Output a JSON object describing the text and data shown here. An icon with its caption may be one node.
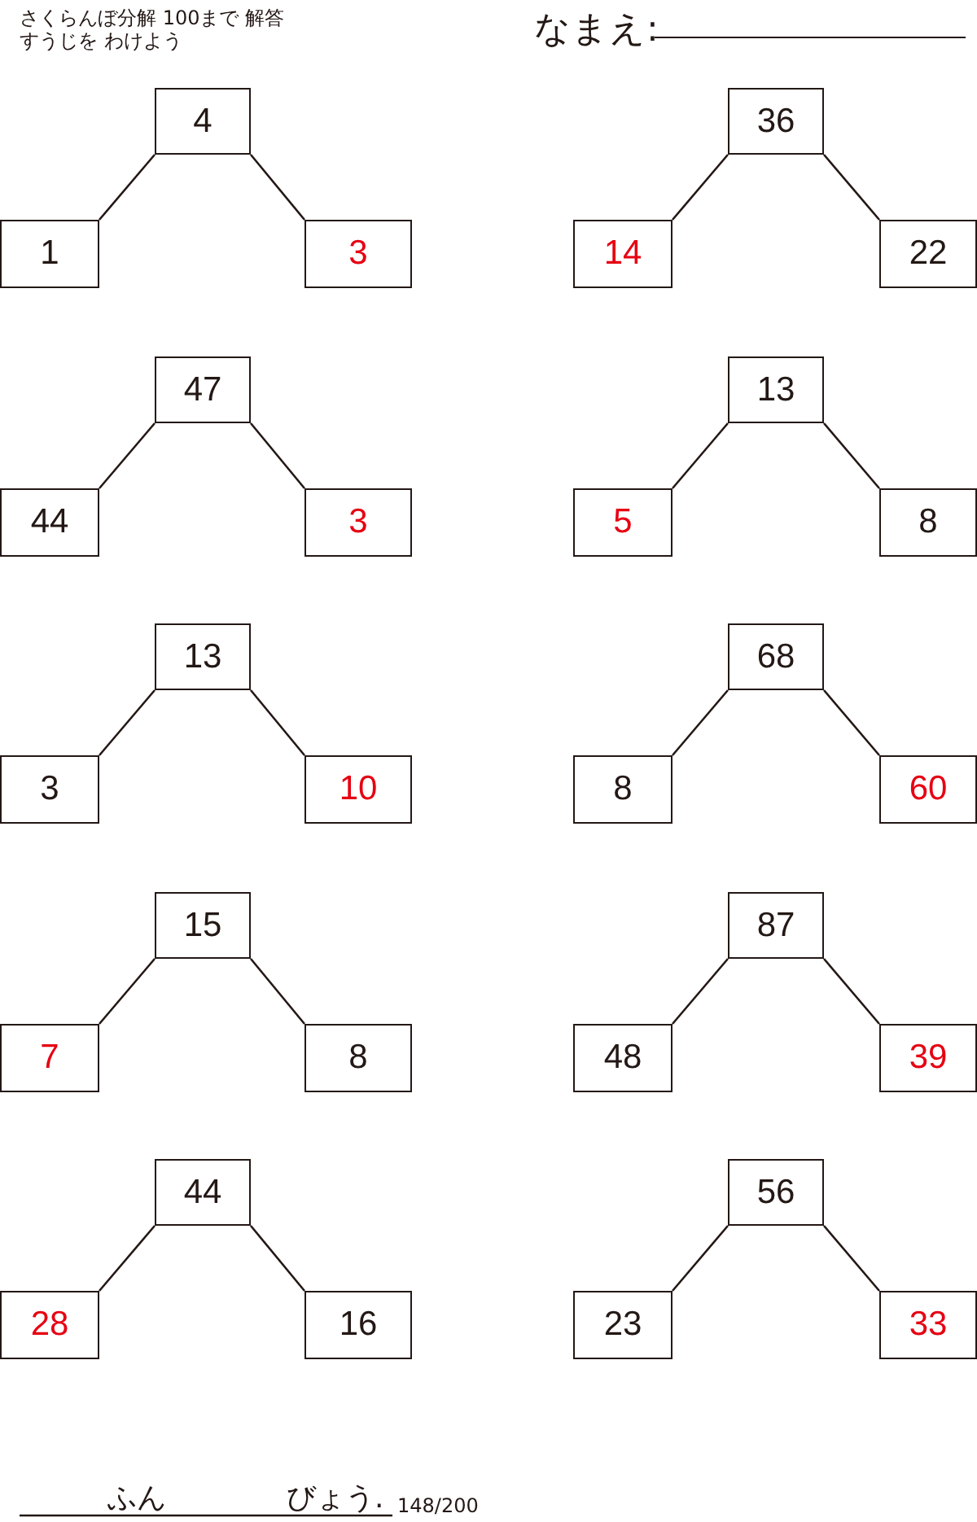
{
  "diagram": {
    "nodes": [
      {
        "text": [
          "4"
        ]
      },
      {
        "text": [
          "1"
        ]
      },
      {
        "text": [
          "3"
        ]
      },
      {
        "text": [
          "36"
        ]
      },
      {
        "text": [
          "14"
        ]
      },
      {
        "text": [
          "22"
        ]
      },
      {
        "text": [
          "47"
        ]
      },
      {
        "text": [
          "44"
        ]
      },
      {
        "text": [
          "3"
        ]
      },
      {
        "text": [
          "13"
        ]
      },
      {
        "text": [
          "5"
        ]
      },
      {
        "text": [
          "8"
        ]
      },
      {
        "text": [
          "13"
        ]
      },
      {
        "text": [
          "3"
        ]
      },
      {
        "text": [
          "10"
        ]
      },
      {
        "text": [
          "68"
        ]
      },
      {
        "text": [
          "8"
        ]
      },
      {
        "text": [
          "60"
        ]
      },
      {
        "text": [
          "15"
        ]
      },
      {
        "text": [
          "7"
        ]
      },
      {
        "text": [
          "8"
        ]
      },
      {
        "text": [
          "87"
        ]
      },
      {
        "text": [
          "48"
        ]
      },
      {
        "text": [
          "39"
        ]
      },
      {
        "text": [
          "44"
        ]
      },
      {
        "text": [
          "28"
        ]
      },
      {
        "text": [
          "16"
        ]
      },
      {
        "text": [
          "56"
        ]
      },
      {
        "text": [
          "23"
        ]
      },
      {
        "text": [
          "33"
        ]
      }
    ],
    "edges": [
      {
        "from": 0,
        "to": 1,
        "arrow": "none"
      },
      {
        "from": 0,
        "to": 2,
        "arrow": "none"
      },
      {
        "from": 3,
        "to": 4,
        "arrow": "none"
      },
      {
        "from": 3,
        "to": 5,
        "arrow": "none"
      },
      {
        "from": 6,
        "to": 7,
        "arrow": "none"
      },
      {
        "from": 6,
        "to": 8,
        "arrow": "none"
      },
      {
        "from": 9,
        "to": 10,
        "arrow": "none"
      },
      {
        "from": 9,
        "to": 11,
        "arrow": "none"
      },
      {
        "from": 12,
        "to": 13,
        "arrow": "none"
      },
      {
        "from": 12,
        "to": 14,
        "arrow": "none"
      },
      {
        "from": 15,
        "to": 16,
        "arrow": "none"
      },
      {
        "from": 15,
        "to": 17,
        "arrow": "none"
      },
      {
        "from": 18,
        "to": 19,
        "arrow": "none"
      },
      {
        "from": 18,
        "to": 20,
        "arrow": "none"
      },
      {
        "from": 21,
        "to": 22,
        "arrow": "none"
      },
      {
        "from": 21,
        "to": 23,
        "arrow": "none"
      },
      {
        "from": 24,
        "to": 25,
        "arrow": "none"
      },
      {
        "from": 24,
        "to": 26,
        "arrow": "none"
      },
      {
        "from": 27,
        "to": 28,
        "arrow": "none"
      },
      {
        "from": 27,
        "to": 29,
        "arrow": "none"
      }
    ],
    "labels": [
      "さくらんぼ分解 100まで 解答",
      "すうじを わけよう",
      "なまえ:",
      "ふん",
      "びょう.",
      "148/200"
    ]
  }
}
